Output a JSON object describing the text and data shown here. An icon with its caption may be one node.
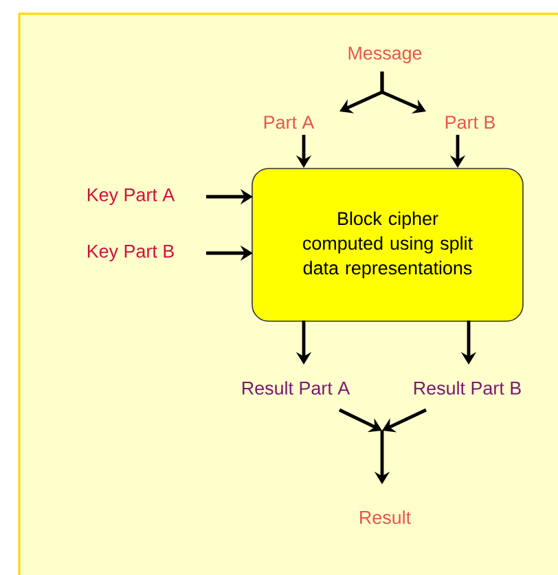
{
  "diagram": {
    "nodes": [
      {
        "text": [
          "Message"
        ]
      },
      {
        "text": [
          "Part A"
        ]
      },
      {
        "text": [
          "Part B"
        ]
      },
      {
        "text": [
          "Key Part A"
        ]
      },
      {
        "text": [
          "Key Part B"
        ]
      },
      {
        "text": [
          "Block cipher computed using split data representations"
        ]
      },
      {
        "text": [
          "Result Part A"
        ]
      },
      {
        "text": [
          "Result Part B"
        ]
      },
      {
        "text": [
          "Result"
        ]
      }
    ],
    "edges": [
      {
        "from": 0,
        "to": 1,
        "arrow": "to"
      },
      {
        "from": 0,
        "to": 2,
        "arrow": "to"
      },
      {
        "from": 1,
        "to": 5,
        "arrow": "to"
      },
      {
        "from": 2,
        "to": 5,
        "arrow": "to"
      },
      {
        "from": 3,
        "to": 5,
        "arrow": "to"
      },
      {
        "from": 4,
        "to": 5,
        "arrow": "to"
      },
      {
        "from": 5,
        "to": 6,
        "arrow": "to"
      },
      {
        "from": 5,
        "to": 7,
        "arrow": "to"
      },
      {
        "from": 6,
        "to": 8,
        "arrow": "to"
      },
      {
        "from": 7,
        "to": 8,
        "arrow": "to"
      }
    ]
  }
}
